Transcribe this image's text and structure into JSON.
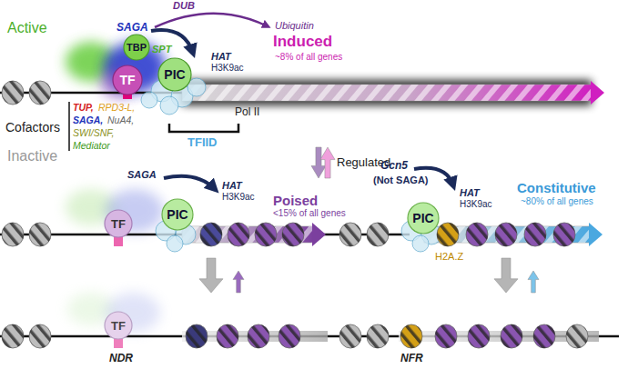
{
  "diagram": {
    "nodes": [
      {
        "text": [
          "TF"
        ]
      },
      {
        "text": [
          "TBP"
        ]
      },
      {
        "text": [
          "PIC"
        ]
      },
      {
        "text": [
          "TF"
        ]
      },
      {
        "text": [
          "PIC"
        ]
      },
      {
        "text": [
          "PIC"
        ]
      },
      {
        "text": [
          "TF"
        ]
      }
    ],
    "labels": [
      "Active",
      "DUB",
      "Ubiquitin",
      "SAGA",
      "SPT",
      "HAT",
      "H3K9ac",
      "Induced",
      "~8% of all genes",
      "Pol II",
      "Cofactors",
      "TUP,",
      "RPD3-L,",
      "SAGA,",
      "NuA4,",
      "SWI/SNF,",
      "Mediator",
      "TFIID",
      "Regulated",
      "Inactive",
      "SAGA",
      "HAT",
      "H3K9ac",
      "Poised",
      "<15% of all genes",
      "Gcn5",
      "(Not SAGA)",
      "HAT",
      "H3K9ac",
      "Constitutive",
      "~80% of all genes",
      "H2A.Z",
      "NDR",
      "NFR"
    ]
  }
}
